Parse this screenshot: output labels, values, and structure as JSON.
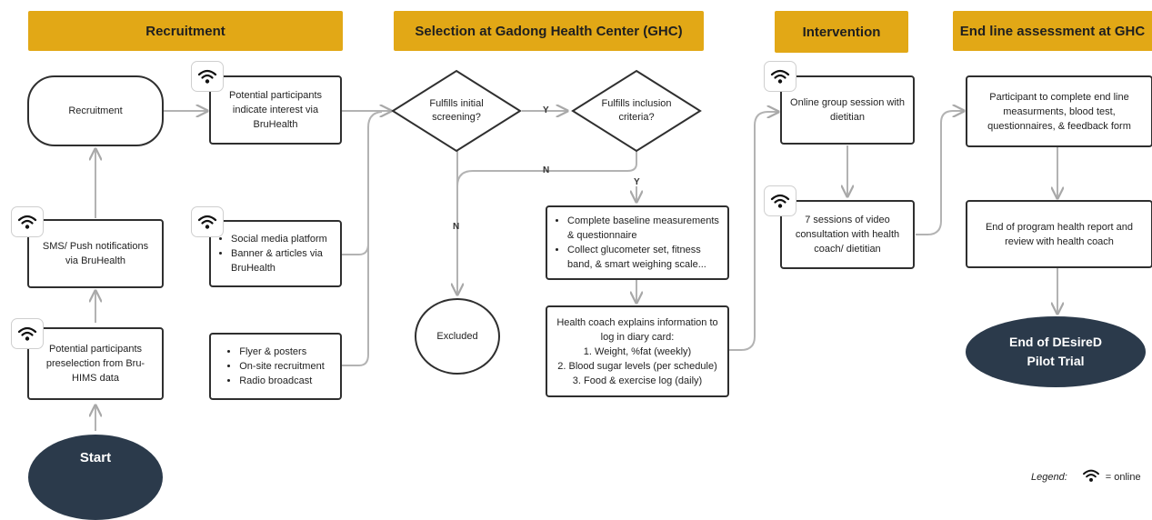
{
  "sections": {
    "recruitment": "Recruitment",
    "selection": "Selection at Gadong Health Center (GHC)",
    "intervention": "Intervention",
    "endline": "End line assessment at GHC"
  },
  "recruitment": {
    "recruitment_node": "Recruitment",
    "sms": "SMS/ Push notifications via BruHealth",
    "preselection": "Potential participants preselection from Bru-HIMS data",
    "start": "Start",
    "interest": "Potential participants indicate interest via BruHealth",
    "social_items": [
      "Social media platform",
      "Banner & articles via BruHealth"
    ],
    "offline_items": [
      "Flyer & posters",
      "On-site recruitment",
      "Radio broadcast"
    ]
  },
  "selection": {
    "initial_screening": "Fulfills initial screening?",
    "inclusion": "Fulfills inclusion criteria?",
    "excluded": "Excluded",
    "baseline_items": [
      "Complete baseline measurements & questionnaire",
      "Collect glucometer set, fitness band, & smart weighing scale..."
    ],
    "coach_intro": "Health coach explains information to log in diary card:",
    "coach_items": [
      "1. Weight, %fat (weekly)",
      "2. Blood sugar levels (per schedule)",
      "3. Food & exercise log (daily)"
    ],
    "label_y1": "Y",
    "label_y2": "Y",
    "label_n1": "N",
    "label_n2": "N"
  },
  "intervention": {
    "group_session": "Online group session with dietitian",
    "video_sessions": "7 sessions of video consultation with health coach/ dietitian"
  },
  "endline": {
    "complete": "Participant to complete end line measurments, blood test, questionnaires, & feedback form",
    "report": "End of program health report and review with health coach",
    "end_line1": "End of DEsireD",
    "end_line2": "Pilot Trial"
  },
  "legend": {
    "label": "Legend:",
    "meaning": "= online",
    "icon": "wifi-icon"
  },
  "colors": {
    "banner": "#e2a816",
    "dark_node": "#2b3a4b",
    "stroke": "#2f2f2f",
    "arrow": "#b3b3b3"
  }
}
